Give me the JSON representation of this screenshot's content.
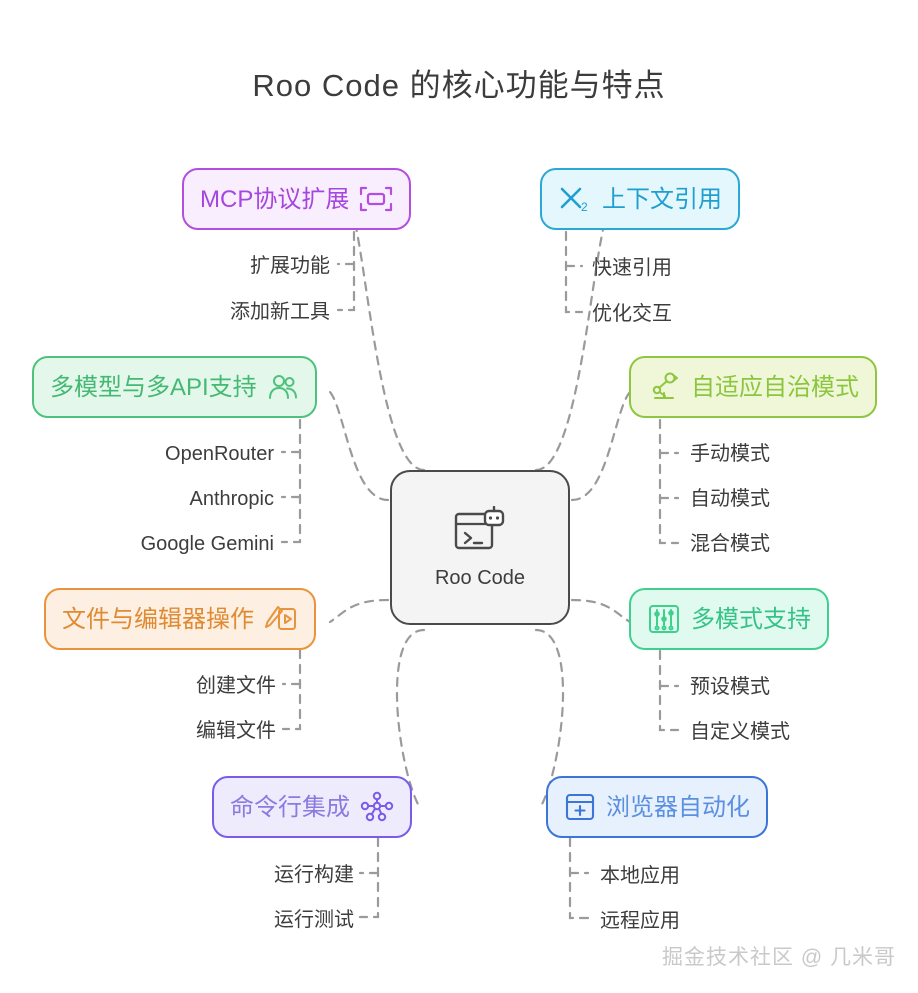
{
  "page": {
    "title": "Roo Code 的核心功能与特点",
    "watermark": "掘金技术社区 @ 几米哥",
    "background": "#ffffff",
    "connector_color": "#9a9a9a"
  },
  "center": {
    "label": "Roo Code",
    "icon": "terminal-robot-icon",
    "border": "#4a4a4a",
    "fill": "#f4f4f4",
    "text_color": "#3d3d3d"
  },
  "branches": [
    {
      "id": "mcp",
      "label": "MCP协议扩展",
      "icon": "scan-frame-icon",
      "icon_side": "right",
      "border": "#b44ee0",
      "fill": "#f9eefd",
      "text_color": "#a646e0",
      "side": "left",
      "children": [
        "扩展功能",
        "添加新工具"
      ]
    },
    {
      "id": "context",
      "label": "上下文引用",
      "icon": "x-subscript-icon",
      "icon_side": "left",
      "border": "#2aa9d6",
      "fill": "#e4f7fc",
      "text_color": "#1f9fd0",
      "side": "right",
      "children": [
        "快速引用",
        "优化交互"
      ]
    },
    {
      "id": "multi-model",
      "label": "多模型与多API支持",
      "icon": "users-icon",
      "icon_side": "right",
      "border": "#4ec17c",
      "fill": "#e3f8ea",
      "text_color": "#45b873",
      "side": "left",
      "children": [
        "OpenRouter",
        "Anthropic",
        "Google Gemini"
      ]
    },
    {
      "id": "autonomy",
      "label": "自适应自治模式",
      "icon": "robot-arm-icon",
      "icon_side": "left",
      "border": "#8ec63f",
      "fill": "#f0f7d8",
      "text_color": "#8cc63e",
      "side": "right",
      "children": [
        "手动模式",
        "自动模式",
        "混合模式"
      ]
    },
    {
      "id": "file-editor",
      "label": "文件与编辑器操作",
      "icon": "pencil-edit-icon",
      "icon_side": "right",
      "border": "#e8943c",
      "fill": "#fdf0e2",
      "text_color": "#e08b33",
      "side": "left",
      "children": [
        "创建文件",
        "编辑文件"
      ]
    },
    {
      "id": "multi-mode",
      "label": "多模式支持",
      "icon": "sliders-icon",
      "icon_side": "left",
      "border": "#3fcf8e",
      "fill": "#e1faef",
      "text_color": "#35c287",
      "side": "right",
      "children": [
        "预设模式",
        "自定义模式"
      ]
    },
    {
      "id": "cli",
      "label": "命令行集成",
      "icon": "node-graph-icon",
      "icon_side": "right",
      "border": "#7b5ce8",
      "fill": "#eeebfc",
      "text_color": "#8a7be0",
      "side": "left",
      "children": [
        "运行构建",
        "运行测试"
      ]
    },
    {
      "id": "browser",
      "label": "浏览器自动化",
      "icon": "browser-plus-icon",
      "icon_side": "left",
      "border": "#3a76d8",
      "fill": "#e7f0fd",
      "text_color": "#5b8fe0",
      "side": "right",
      "children": [
        "本地应用",
        "远程应用"
      ]
    }
  ]
}
